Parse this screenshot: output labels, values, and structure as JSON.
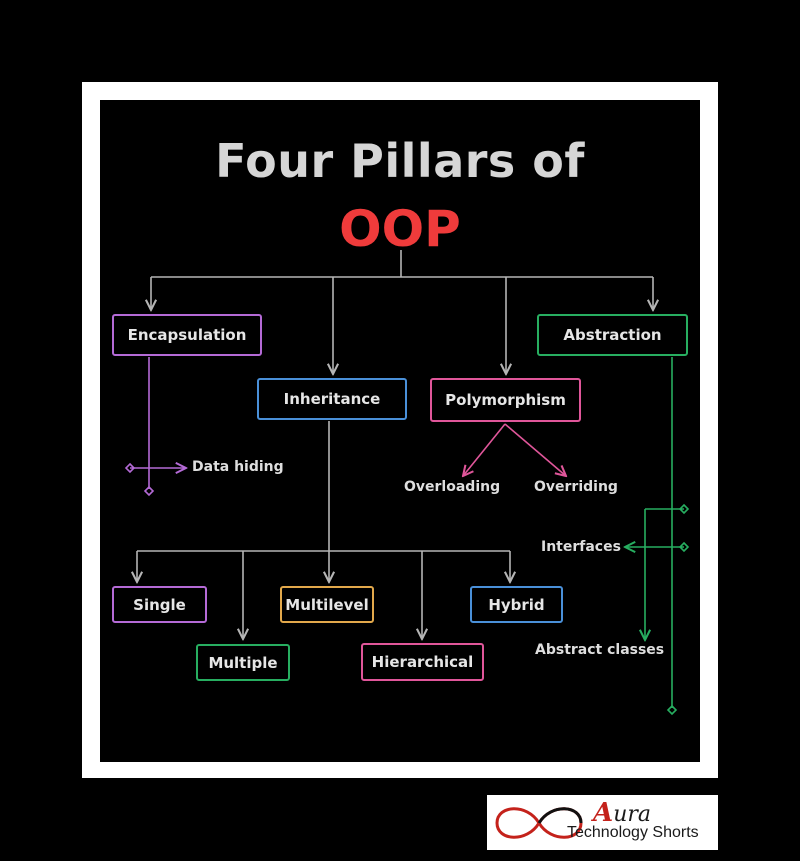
{
  "title": {
    "main": "Four Pillars of",
    "highlight": "OOP"
  },
  "pillars": {
    "encapsulation": "Encapsulation",
    "inheritance": "Inheritance",
    "polymorphism": "Polymorphism",
    "abstraction": "Abstraction"
  },
  "encapsulation_items": {
    "data_hiding": "Data hiding"
  },
  "polymorphism_items": {
    "overloading": "Overloading",
    "overriding": "Overriding"
  },
  "inheritance_types": {
    "single": "Single",
    "multiple": "Multiple",
    "multilevel": "Multilevel",
    "hierarchical": "Hierarchical",
    "hybrid": "Hybrid"
  },
  "abstraction_items": {
    "interfaces": "Interfaces",
    "abstract_classes": "Abstract classes"
  },
  "logo": {
    "brand_initial": "A",
    "brand_rest": "ura",
    "tagline": "Technology Shorts"
  },
  "colors": {
    "background": "#000000",
    "frame": "#ffffff",
    "title": "#d6d6d6",
    "highlight": "#ef3b3b",
    "connector": "#b5b5b5",
    "encapsulation": "#b46ad6",
    "inheritance": "#4a90d9",
    "polymorphism": "#e0569a",
    "abstraction": "#27ae60",
    "multilevel": "#e2a84b"
  }
}
